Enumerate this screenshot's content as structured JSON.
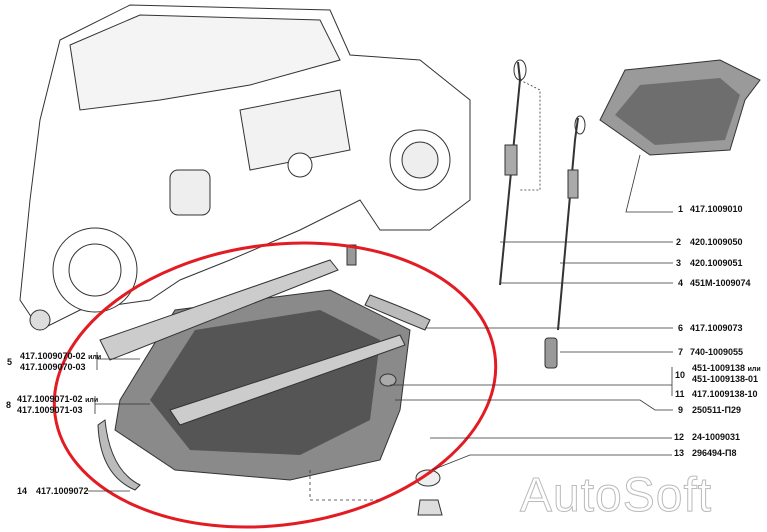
{
  "watermark": "AutoSoft",
  "ili": "или",
  "callouts": [
    {
      "num": "1",
      "code": "417.1009010"
    },
    {
      "num": "2",
      "code": "420.1009050"
    },
    {
      "num": "3",
      "code": "420.1009051"
    },
    {
      "num": "4",
      "code": "451М-1009074"
    },
    {
      "num": "5",
      "code": "417.1009070-02",
      "code_alt": "417.1009070-03"
    },
    {
      "num": "6",
      "code": "417.1009073"
    },
    {
      "num": "7",
      "code": "740-1009055"
    },
    {
      "num": "8",
      "code": "417.1009071-02",
      "code_alt": "417.1009071-03"
    },
    {
      "num": "9",
      "code": "250511-П29"
    },
    {
      "num": "10",
      "code": "451-1009138",
      "code_alt": "451-1009138-01"
    },
    {
      "num": "11",
      "code": "417.1009138-10"
    },
    {
      "num": "12",
      "code": "24-1009031"
    },
    {
      "num": "13",
      "code": "296494-П8"
    },
    {
      "num": "14",
      "code": "417.1009072"
    }
  ],
  "colors": {
    "highlight": "#e31b23",
    "part": "#8a8a8a",
    "line": "#222222"
  }
}
